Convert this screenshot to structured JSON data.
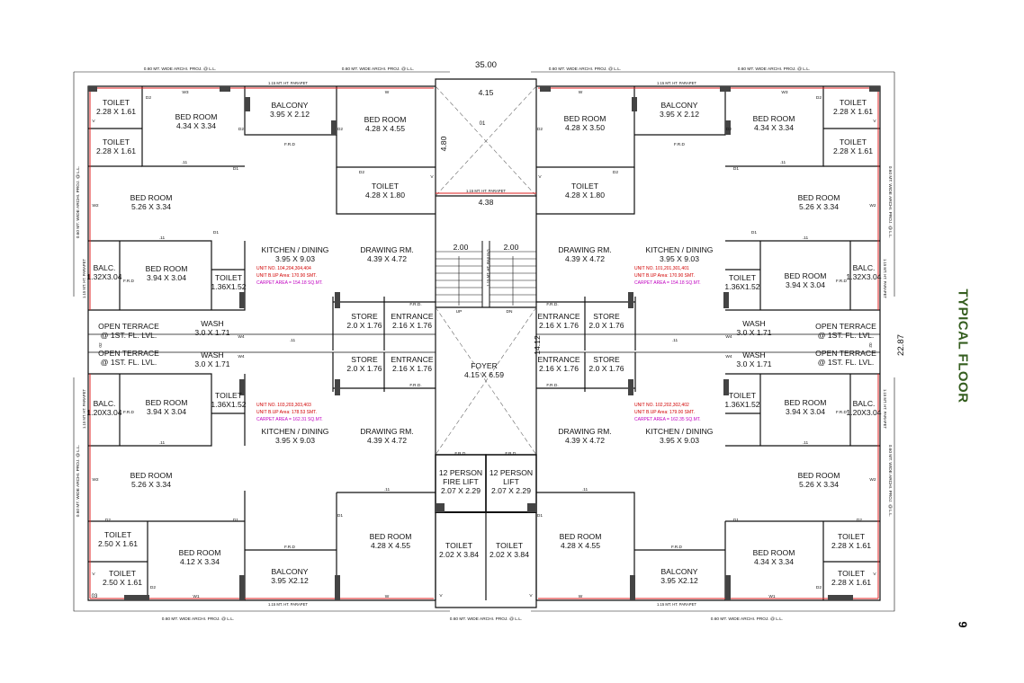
{
  "side_title": "TYPICAL FLOOR",
  "page_number": "9",
  "colors": {
    "wall": "#111111",
    "parapet": "#e02020",
    "unit_text": "#d10000",
    "carpet_text": "#c000c0",
    "title": "#355e1f"
  },
  "dimensions": {
    "overall_width": "35.00",
    "overall_depth": "22.87",
    "core_depth": "14.12",
    "core_width": "4.15",
    "core_height": "4.80",
    "core_slab": "4.38",
    "stair_w1": "2.00",
    "stair_w2": "2.00"
  },
  "notes": {
    "proj": "0.60 MT. WIDE ARCHI. PROJ. @ L.L.",
    "parapet": "1.15 MT. HT. PARAPET",
    "railing": "1.15 MT. HT. RAILING",
    "frd": "F.R.D",
    "frd2": "F.R.D.",
    "up": "UP",
    "dn": "DN",
    "mark_01": "01",
    "mark_02": "02",
    "mark_03": "03",
    "d1": "D1",
    "d2": "D2",
    "v": "V",
    "w": "W",
    "w1": "W1",
    "w2": "W2",
    "w3": "W3",
    "w4": "W4",
    "w11": ".11",
    "pv": "PV"
  },
  "units": {
    "nw": {
      "no": "UNIT NO. 104,204,304,404",
      "bup": "UNIT B.UP Area: 170.90 SMT.",
      "carpet": "CARPET AREA = 154.18 SQ.MT."
    },
    "ne": {
      "no": "UNIT NO. 101,201,301,401",
      "bup": "UNIT B.UP Area: 170.90 SMT.",
      "carpet": "CARPET AREA = 154.18 SQ.MT."
    },
    "sw": {
      "no": "UNIT NO. 103,203,303,403",
      "bup": "UNIT B.UP Area: 178.53 SMT.",
      "carpet": "CARPET AREA = 162.31 SQ.MT."
    },
    "se": {
      "no": "UNIT NO. 102,202,302,402",
      "bup": "UNIT B.UP Area: 179.00 SMT.",
      "carpet": "CARPET AREA = 162.35 SQ.MT."
    }
  },
  "rooms": {
    "nw_toilet_a": {
      "name": "TOILET",
      "dim": "2.28 X 1.61"
    },
    "nw_toilet_b": {
      "name": "TOILET",
      "dim": "2.28 X 1.61"
    },
    "nw_bed_a": {
      "name": "BED ROOM",
      "dim": "4.34 X 3.34"
    },
    "nw_balcony": {
      "name": "BALCONY",
      "dim": "3.95 X 2.12"
    },
    "nw_bed_b": {
      "name": "BED ROOM",
      "dim": "4.28 X 4.55"
    },
    "nw_toilet_c": {
      "name": "TOILET",
      "dim": "4.28 X 1.80"
    },
    "nw_bed_c": {
      "name": "BED ROOM",
      "dim": "5.26 X 3.34"
    },
    "nw_kitchen": {
      "name": "KITCHEN / DINING",
      "dim": "3.95 X 9.03"
    },
    "nw_drawing": {
      "name": "DRAWING RM.",
      "dim": "4.39 X 4.72"
    },
    "nw_balc": {
      "name": "BALC.",
      "dim": "1.32X3.04"
    },
    "nw_bed_d": {
      "name": "BED ROOM",
      "dim": "3.94 X 3.04"
    },
    "nw_toilet_d": {
      "name": "TOILET",
      "dim": "1.36X1.52"
    },
    "nw_store": {
      "name": "STORE",
      "dim": "2.0 X 1.76"
    },
    "nw_entrance": {
      "name": "ENTRANCE",
      "dim": "2.16 X 1.76"
    },
    "nw_wash": {
      "name": "WASH",
      "dim": "3.0 X 1.71"
    },
    "nw_terrace": {
      "name": "OPEN TERRACE",
      "dim": "@ 1ST. FL. LVL."
    },
    "ne_bed_a": {
      "name": "BED ROOM",
      "dim": "4.28 X 3.50"
    },
    "ne_balcony": {
      "name": "BALCONY",
      "dim": "3.95 X 2.12"
    },
    "ne_bed_b": {
      "name": "BED ROOM",
      "dim": "4.34 X 3.34"
    },
    "ne_toilet_a": {
      "name": "TOILET",
      "dim": "2.28 X 1.61"
    },
    "ne_toilet_b": {
      "name": "TOILET",
      "dim": "2.28 X 1.61"
    },
    "ne_toilet_c": {
      "name": "TOILET",
      "dim": "4.28 X 1.80"
    },
    "ne_bed_c": {
      "name": "BED ROOM",
      "dim": "5.26 X 3.34"
    },
    "ne_drawing": {
      "name": "DRAWING RM.",
      "dim": "4.39 X 4.72"
    },
    "ne_kitchen": {
      "name": "KITCHEN / DINING",
      "dim": "3.95 X 9.03"
    },
    "ne_toilet_d": {
      "name": "TOILET",
      "dim": "1.36X1.52"
    },
    "ne_bed_d": {
      "name": "BED ROOM",
      "dim": "3.94 X 3.04"
    },
    "ne_balc": {
      "name": "BALC.",
      "dim": "1.32X3.04"
    },
    "ne_entrance": {
      "name": "ENTRANCE",
      "dim": "2.16 X 1.76"
    },
    "ne_store": {
      "name": "STORE",
      "dim": "2.0 X 1.76"
    },
    "ne_wash": {
      "name": "WASH",
      "dim": "3.0 X 1.71"
    },
    "ne_terrace": {
      "name": "OPEN TERRACE",
      "dim": "@ 1ST. FL. LVL."
    },
    "sw_terrace": {
      "name": "OPEN TERRACE",
      "dim": "@ 1ST. FL. LVL."
    },
    "sw_wash": {
      "name": "WASH",
      "dim": "3.0 X 1.71"
    },
    "sw_store": {
      "name": "STORE",
      "dim": "2.0 X 1.76"
    },
    "sw_entrance": {
      "name": "ENTRANCE",
      "dim": "2.16 X 1.76"
    },
    "sw_balc": {
      "name": "BALC.",
      "dim": "1.20X3.04"
    },
    "sw_bed_d": {
      "name": "BED ROOM",
      "dim": "3.94 X 3.04"
    },
    "sw_toilet_d": {
      "name": "TOILET",
      "dim": "1.36X1.52"
    },
    "sw_kitchen": {
      "name": "KITCHEN / DINING",
      "dim": "3.95 X 9.03"
    },
    "sw_drawing": {
      "name": "DRAWING RM.",
      "dim": "4.39 X 4.72"
    },
    "sw_bed_c": {
      "name": "BED ROOM",
      "dim": "5.26 X 3.34"
    },
    "sw_toilet_a": {
      "name": "TOILET",
      "dim": "2.50 X 1.61"
    },
    "sw_toilet_b": {
      "name": "TOILET",
      "dim": "2.50 X 1.61"
    },
    "sw_bed_a": {
      "name": "BED ROOM",
      "dim": "4.12 X 3.34"
    },
    "sw_balcony": {
      "name": "BALCONY",
      "dim": "3.95 X2.12"
    },
    "sw_bed_b": {
      "name": "BED ROOM",
      "dim": "4.28 X 4.55"
    },
    "core_toilet_a": {
      "name": "TOILET",
      "dim": "2.02 X 3.84"
    },
    "core_toilet_b": {
      "name": "TOILET",
      "dim": "2.02 X 3.84"
    },
    "se_terrace": {
      "name": "OPEN TERRACE",
      "dim": "@ 1ST. FL. LVL."
    },
    "se_wash": {
      "name": "WASH",
      "dim": "3.0 X 1.71"
    },
    "se_entrance": {
      "name": "ENTRANCE",
      "dim": "2.16 X 1.76"
    },
    "se_store": {
      "name": "STORE",
      "dim": "2.0 X 1.76"
    },
    "se_toilet_d": {
      "name": "TOILET",
      "dim": "1.36X1.52"
    },
    "se_bed_d": {
      "name": "BED ROOM",
      "dim": "3.94 X 3.04"
    },
    "se_balc": {
      "name": "BALC.",
      "dim": "1.20X3.04"
    },
    "se_drawing": {
      "name": "DRAWING RM.",
      "dim": "4.39 X 4.72"
    },
    "se_kitchen": {
      "name": "KITCHEN / DINING",
      "dim": "3.95 X 9.03"
    },
    "se_bed_c": {
      "name": "BED ROOM",
      "dim": "5.26 X 3.34"
    },
    "se_bed_b": {
      "name": "BED ROOM",
      "dim": "4.28 X 4.55"
    },
    "se_balcony": {
      "name": "BALCONY",
      "dim": "3.95 X2.12"
    },
    "se_bed_a": {
      "name": "BED ROOM",
      "dim": "4.34 X 3.34"
    },
    "se_toilet_a": {
      "name": "TOILET",
      "dim": "2.28 X 1.61"
    },
    "se_toilet_b": {
      "name": "TOILET",
      "dim": "2.28 X 1.61"
    },
    "foyer": {
      "name": "FOYER",
      "dim": "4.15 X 6.59"
    },
    "fire_lift": {
      "l1": "12 PERSON",
      "l2": "FIRE LIFT",
      "dim": "2.07 X 2.29"
    },
    "lift": {
      "l1": "12 PERSON",
      "l2": "LIFT",
      "dim": "2.07 X 2.29"
    }
  }
}
